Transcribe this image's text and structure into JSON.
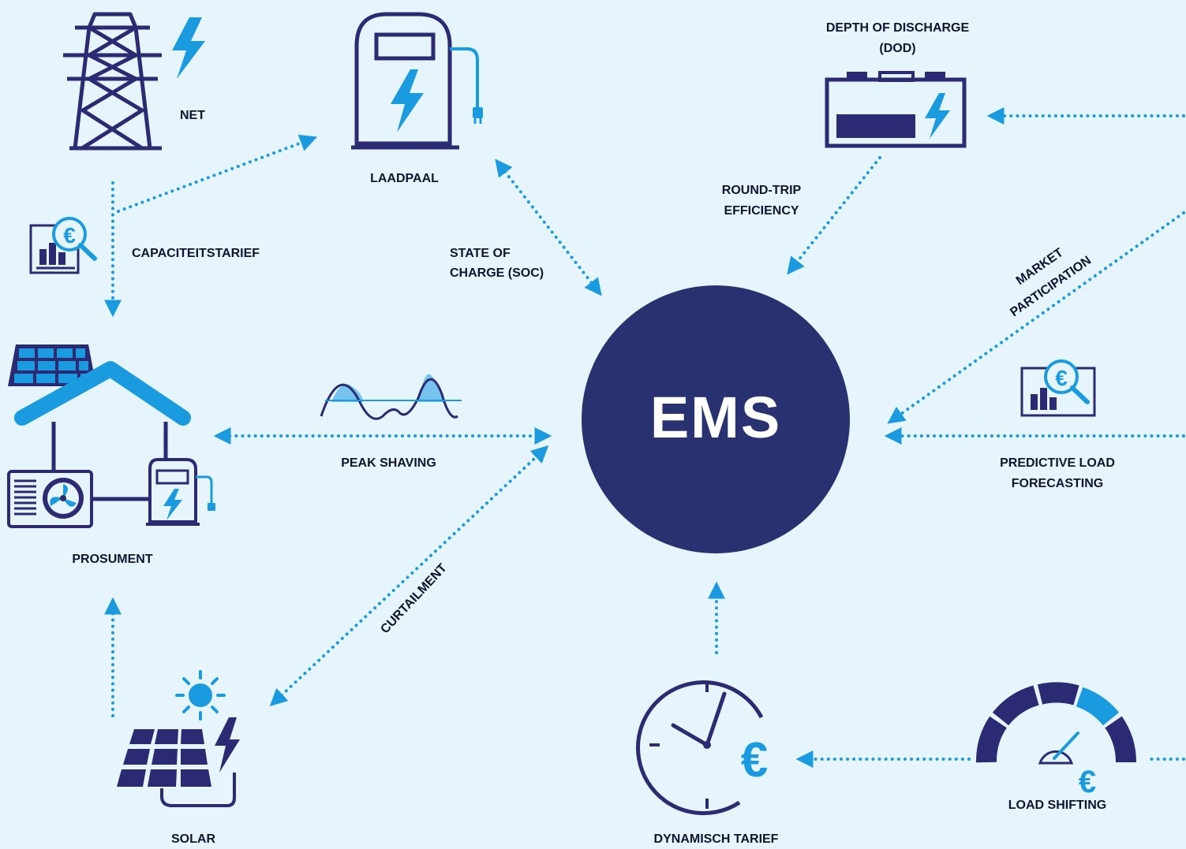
{
  "center": {
    "label": "EMS"
  },
  "labels": {
    "net": "NET",
    "laadpaal": "LAADPAAL",
    "dod_line1": "DEPTH OF DISCHARGE",
    "dod_line2": "(DOD)",
    "round_trip_line1": "ROUND-TRIP",
    "round_trip_line2": "EFFICIENCY",
    "capaciteitstarief": "CAPACITEITSTARIEF",
    "soc_line1": "STATE OF",
    "soc_line2": "CHARGE (SOC)",
    "market_line1": "MARKET",
    "market_line2": "PARTICIPATION",
    "peak_shaving": "PEAK SHAVING",
    "predictive_line1": "PREDICTIVE LOAD",
    "predictive_line2": "FORECASTING",
    "prosument": "PROSUMENT",
    "curtailment": "CURTAILMENT",
    "solar": "SOLAR",
    "dynamisch_tarief": "DYNAMISCH TARIEF",
    "load_shifting": "LOAD SHIFTING"
  },
  "icons": [
    "power-tower-icon",
    "lightning-icon",
    "charging-station-icon",
    "battery-icon",
    "magnifier-euro-chart-icon",
    "house-icon",
    "solar-panel-icon",
    "heat-pump-icon",
    "wave-icon",
    "sun-icon",
    "clock-euro-icon",
    "gauge-euro-icon"
  ],
  "colors": {
    "background": "#e6f4fc",
    "navy": "#2b2a72",
    "center_circle": "#283270",
    "accent_blue": "#1a9be0",
    "text": "#0f1530"
  }
}
